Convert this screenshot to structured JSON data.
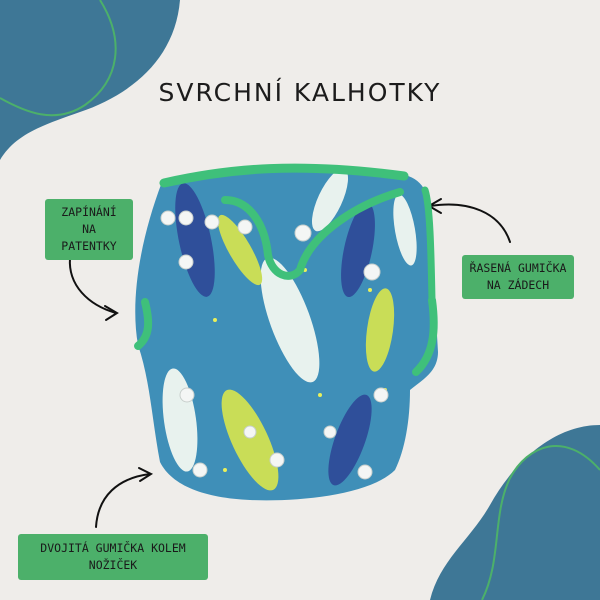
{
  "title": "SVRCHNÍ KALHOTKY",
  "labels": {
    "snaps": [
      "ZAPÍNÁNÍ",
      "NA PATENTKY"
    ],
    "back_elastic": [
      "ŘASENÁ GUMIČKA",
      "NA ZÁDECH"
    ],
    "leg_elastic": "DVOJITÁ GUMIČKA KOLEM NOŽIČEK"
  },
  "colors": {
    "background": "#efedea",
    "corner_blob": "#3e7796",
    "accent_green": "#4cb06a",
    "diaper_blue": "#3f8fb8",
    "diaper_trim": "#3fc07a"
  }
}
